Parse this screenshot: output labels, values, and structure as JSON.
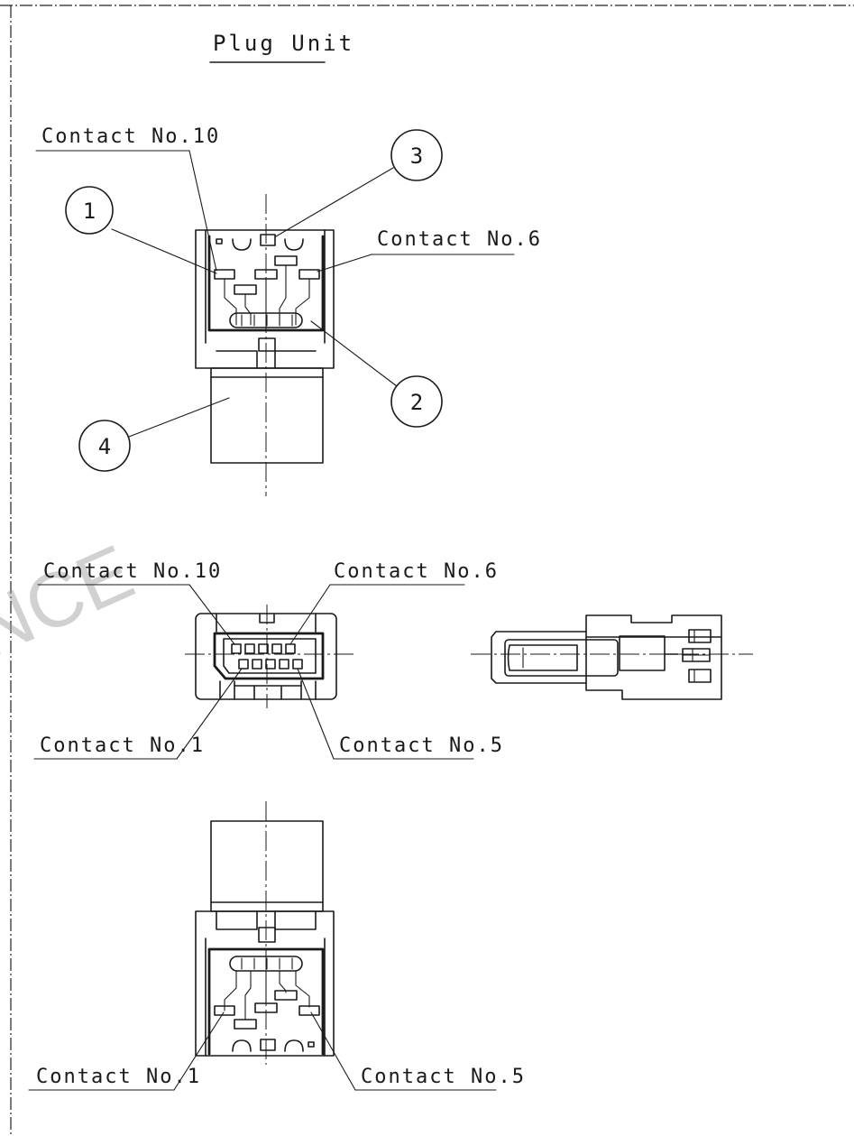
{
  "title": "Plug Unit",
  "watermark": "NCE",
  "callouts": [
    "1",
    "2",
    "3",
    "4"
  ],
  "labels": {
    "top_contact10": "Contact No.10",
    "top_contact6": "Contact No.6",
    "mid_contact10": "Contact No.10",
    "mid_contact6": "Contact No.6",
    "mid_contact1": "Contact No.1",
    "mid_contact5": "Contact No.5",
    "bot_contact1": "Contact No.1",
    "bot_contact5": "Contact No.5"
  }
}
